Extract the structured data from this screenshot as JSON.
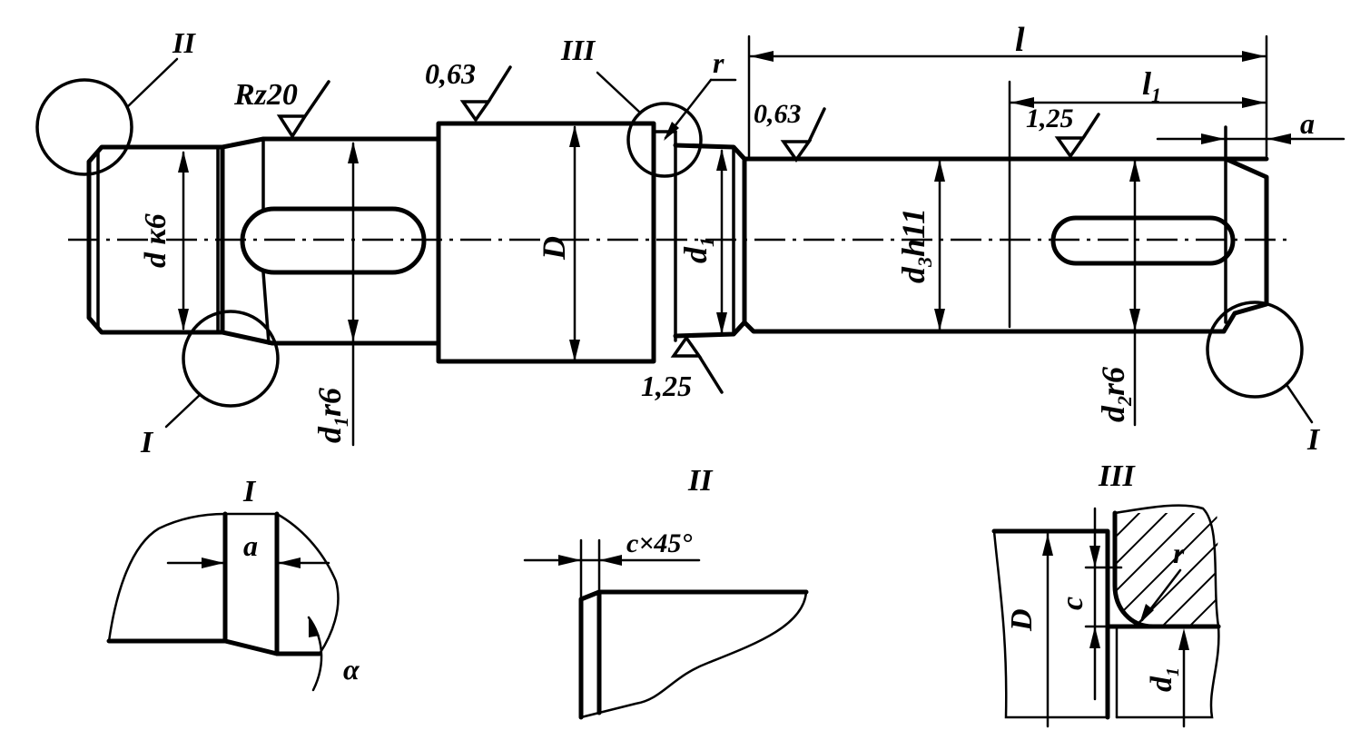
{
  "labels": {
    "dk6": "d к6",
    "rz20": "Rz20",
    "r063_top": "0,63",
    "D": "D",
    "d1": "d",
    "d1_sub": "1",
    "d3h11": "d",
    "d3h11_sub": "3",
    "d3h11_tol": "h11",
    "r063_right": "0,63",
    "r125_right": "1,25",
    "r125_bottom": "1,25",
    "l": "l",
    "l1": "l",
    "l1_sub": "1",
    "a_top": "a",
    "r_top": "r",
    "d1r6": "d",
    "d1r6_sub": "1",
    "d1r6_tol": "r6",
    "d2r6": "d",
    "d2r6_sub": "2",
    "d2r6_tol": "r6",
    "callout_II": "II",
    "callout_III": "III",
    "callout_I_left": "I",
    "callout_I_right": "I"
  },
  "details": {
    "I": {
      "title": "I",
      "a": "a",
      "alpha": "α"
    },
    "II": {
      "title": "II",
      "chamfer": "c×45°"
    },
    "III": {
      "title": "III",
      "D": "D",
      "c": "c",
      "r": "r",
      "d1": "d",
      "d1_sub": "1"
    }
  }
}
